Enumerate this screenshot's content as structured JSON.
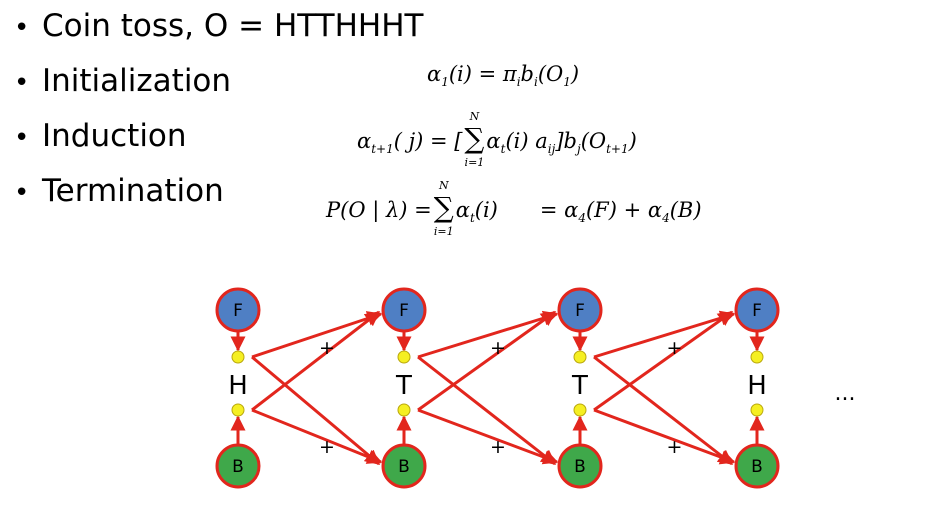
{
  "bullets": [
    "Coin toss, O = HTTHHHT",
    "Initialization",
    "Induction",
    "Termination"
  ],
  "equations": {
    "initialization": {
      "lhs": "α",
      "lhs_sub": "1",
      "lhs_arg": "(i) = π",
      "pi_sub": "i",
      "b": "b",
      "b_sub": "i",
      "obs": "(O",
      "obs_sub": "1",
      "close": ")"
    },
    "induction": {
      "lhs": "α",
      "lhs_sub": "t+1",
      "lhs_arg": "( j) = [",
      "sum_top": "N",
      "sum_bot": "i=1",
      "term": "α",
      "term_sub": "t",
      "term_arg": "(i) a",
      "a_sub": "ij",
      "close": "]b",
      "b_sub": "j",
      "obs": "(O",
      "obs_sub": "t+1",
      "end": ")"
    },
    "termination": {
      "lhs": "P(O | λ) =",
      "sum_top": "N",
      "sum_bot": "i=1",
      "term": "α",
      "term_sub": "t",
      "term_arg": "(i)",
      "rhs": "= α",
      "rhs_sub1": "4",
      "rhs_arg1": "(F) + α",
      "rhs_sub2": "4",
      "rhs_arg2": "(B)"
    }
  },
  "diagram": {
    "columns": [
      {
        "top": "F",
        "obs": "H",
        "bottom": "B"
      },
      {
        "top": "F",
        "obs": "T",
        "bottom": "B"
      },
      {
        "top": "F",
        "obs": "T",
        "bottom": "B"
      },
      {
        "top": "F",
        "obs": "H",
        "bottom": "B"
      }
    ],
    "plus": "+",
    "ellipsis": "...",
    "colors": {
      "fair_state": "#4f7fc4",
      "biased_state": "#3fa84a",
      "state_border": "#e2261d",
      "arrow": "#e2261d",
      "obs_dot": "#f5ef22"
    }
  }
}
